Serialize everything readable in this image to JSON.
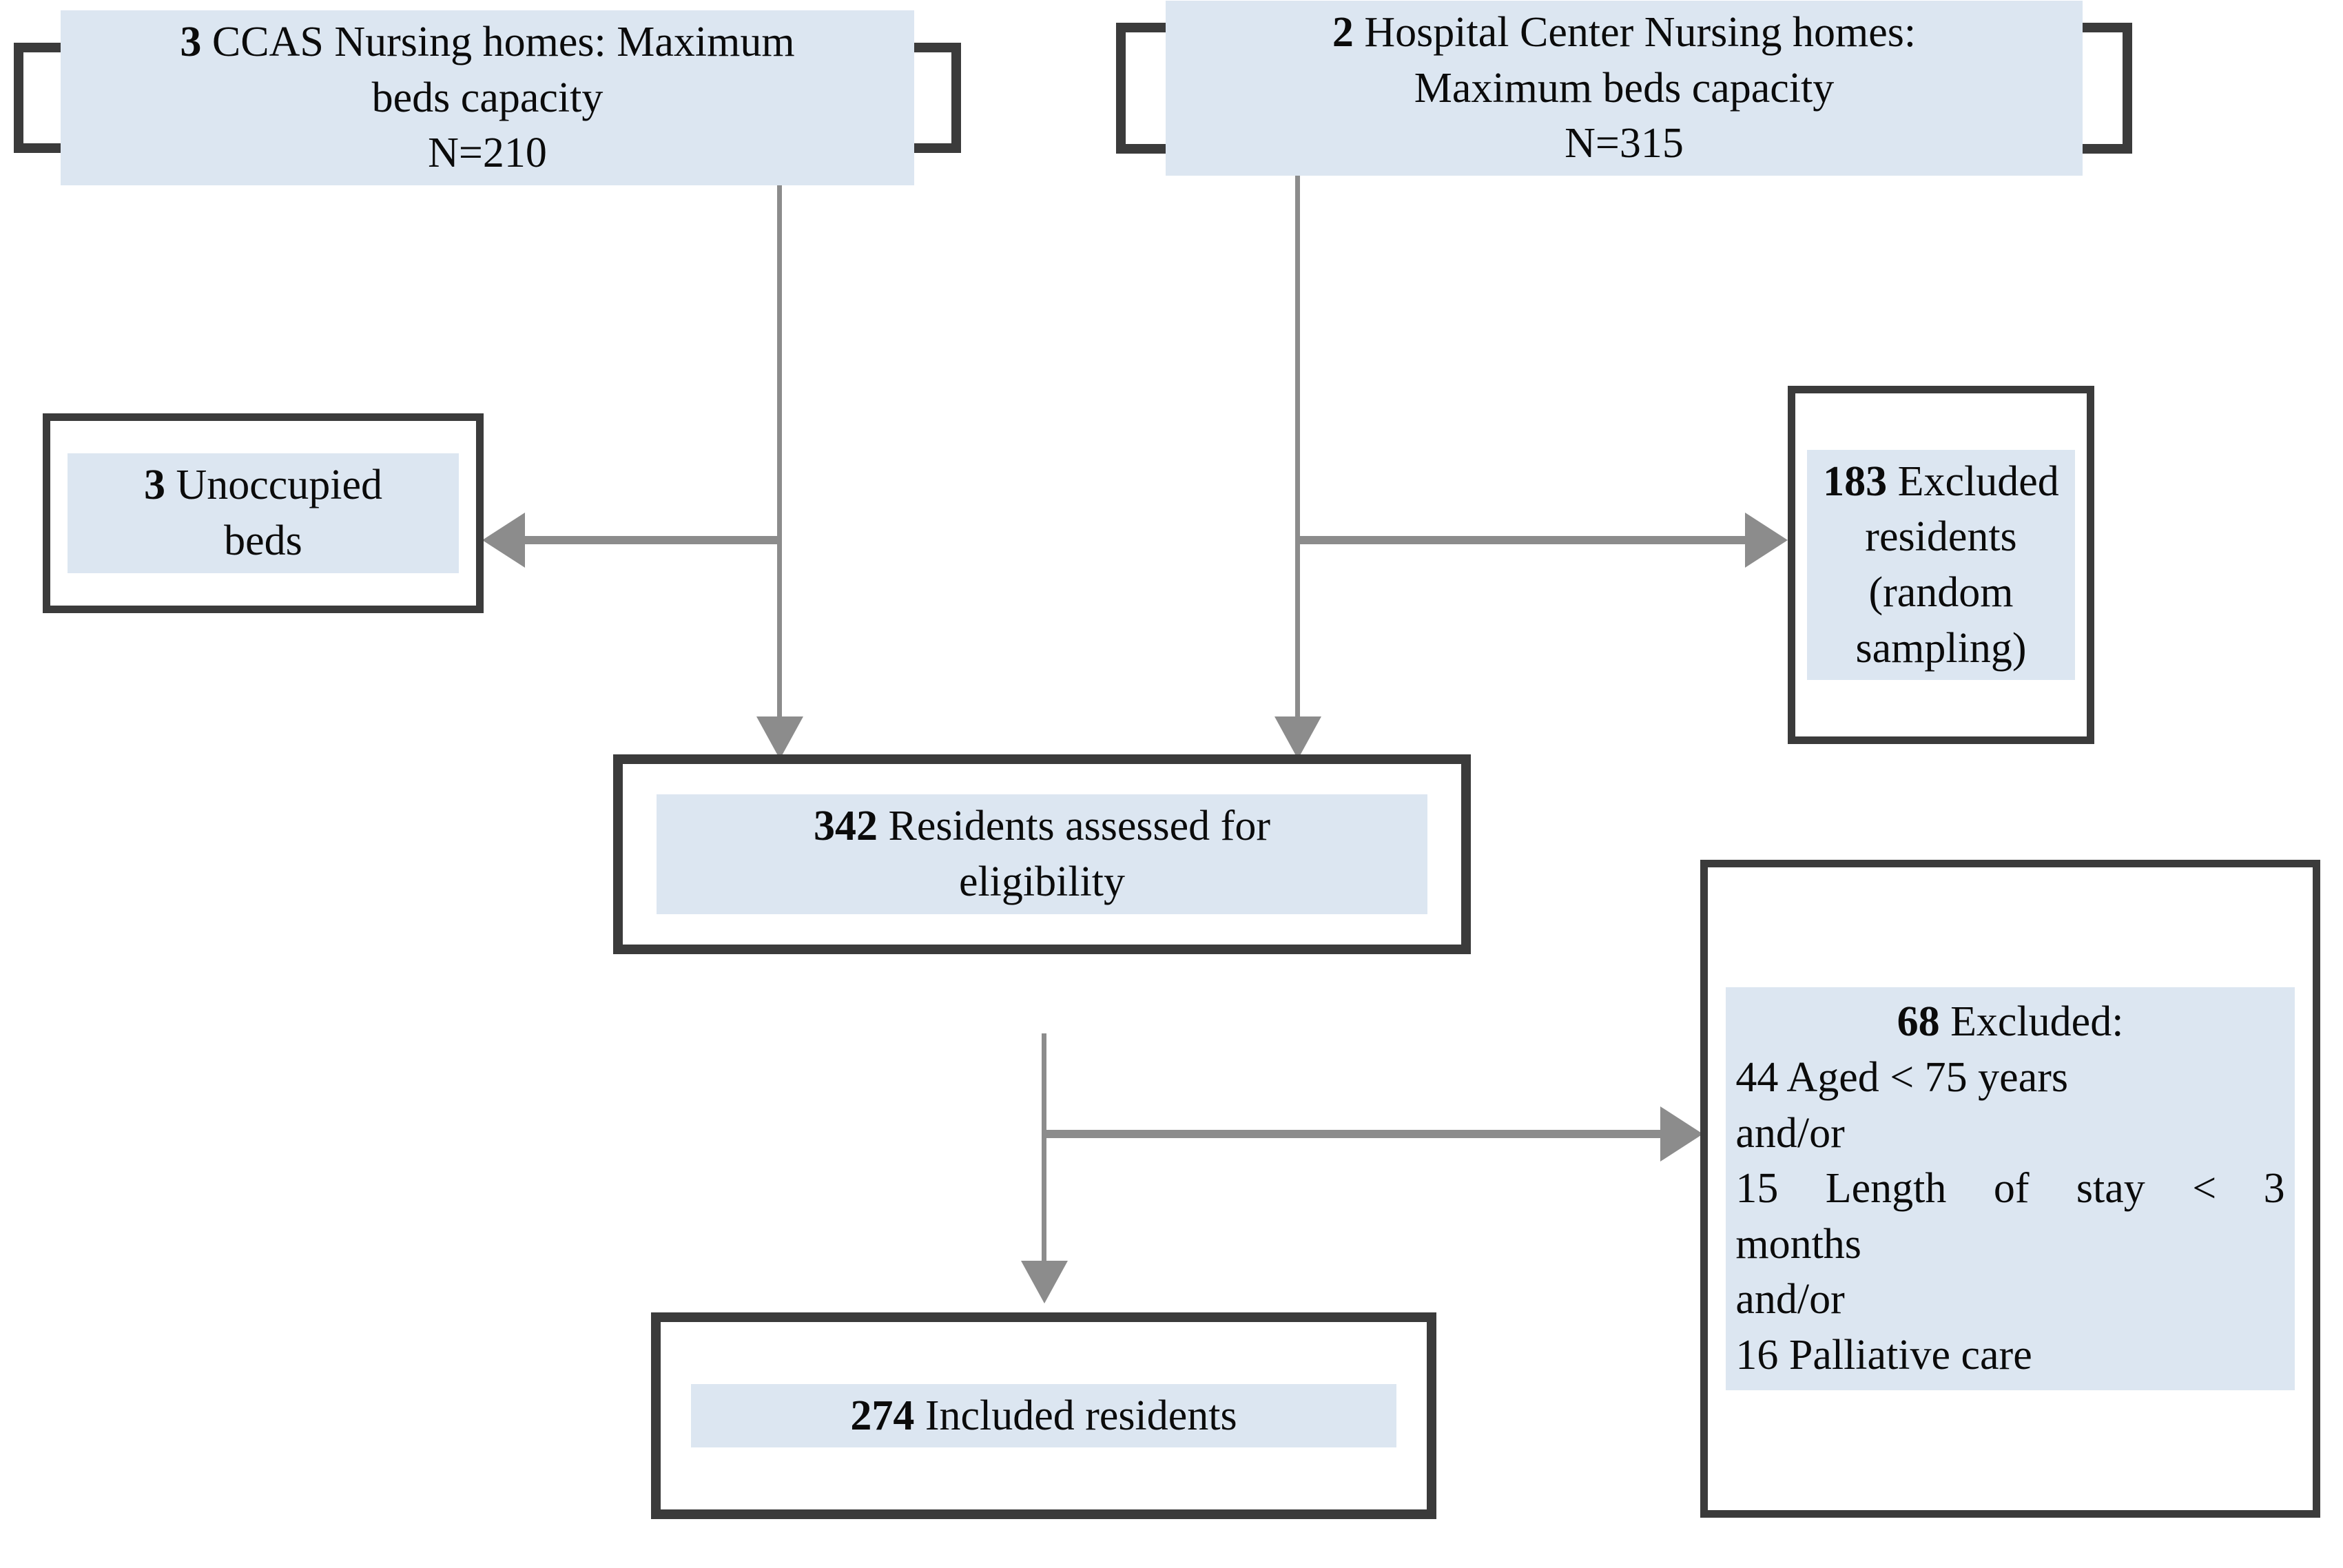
{
  "diagram": {
    "type": "prisma-flow-diagram",
    "accent_blue": "#dce6f1",
    "border_color": "#3b3b3b",
    "connector_color": "#8c8c8c",
    "nodes": {
      "ccas": {
        "count": "3",
        "line1": "CCAS Nursing homes: Maximum",
        "line2": "beds capacity",
        "line3": "N=210"
      },
      "hospital": {
        "count": "2",
        "line1": "Hospital Center Nursing homes:",
        "line2": "Maximum beds capacity",
        "line3": "N=315"
      },
      "unoccupied": {
        "count": "3",
        "line1": "Unoccupied",
        "line2": "beds"
      },
      "excluded_183": {
        "count": "183",
        "line1": "Excluded",
        "line2": "residents",
        "line3": "(random",
        "line4": "sampling)"
      },
      "assessed": {
        "count": "342",
        "line1": "Residents assessed for",
        "line2": "eligibility"
      },
      "excluded_68": {
        "count": "68",
        "heading": "Excluded:",
        "item1": "44 Aged < 75 years",
        "conj1": "and/or",
        "item2": "15 Length of stay < 3",
        "item2_cont": "months",
        "conj2": "and/or",
        "item3": "16 Palliative care"
      },
      "included": {
        "count": "274",
        "line1": "Included residents"
      }
    },
    "connectors": [
      {
        "name": "ccas-to-assessed",
        "kind": "arrow-down"
      },
      {
        "name": "ccas-to-unoccupied",
        "kind": "arrow-left"
      },
      {
        "name": "hospital-to-assessed",
        "kind": "arrow-down"
      },
      {
        "name": "hospital-to-excluded183",
        "kind": "arrow-right"
      },
      {
        "name": "assessed-to-included",
        "kind": "arrow-down"
      },
      {
        "name": "assessed-to-excluded68",
        "kind": "arrow-right"
      }
    ]
  }
}
